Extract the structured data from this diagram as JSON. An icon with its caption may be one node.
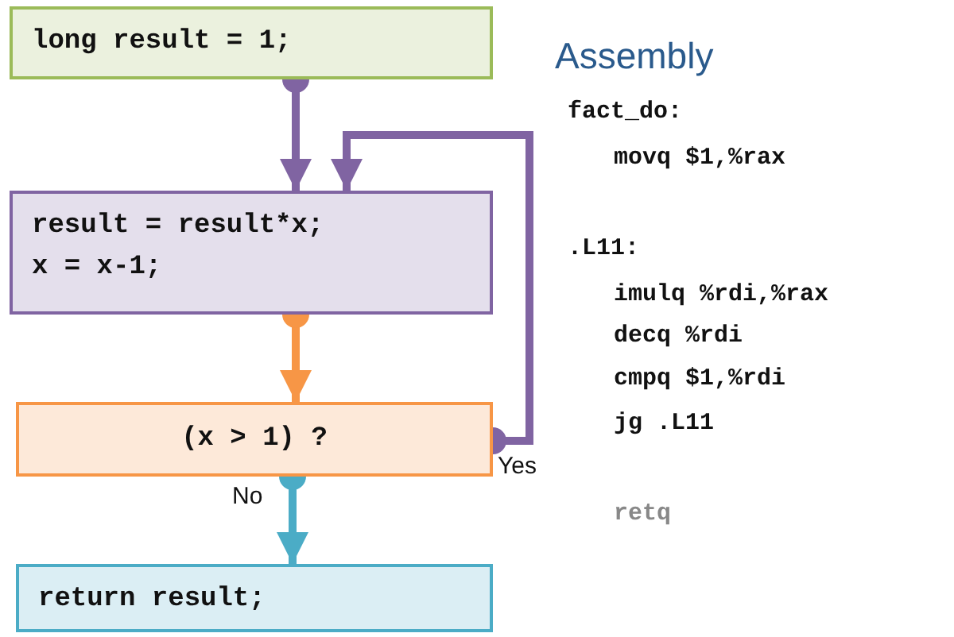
{
  "diagram": {
    "title": "Assembly",
    "nodes": [
      {
        "text": [
          "long result = 1;"
        ]
      },
      {
        "text": [
          "result = result*x; x = x-1;"
        ]
      },
      {
        "text": [
          "(x > 1) ?"
        ]
      },
      {
        "text": [
          "return result;"
        ]
      }
    ],
    "edges": [
      {
        "from": 0,
        "to": 1,
        "arrow": "to",
        "color": "#8064a2"
      },
      {
        "from": 1,
        "to": 2,
        "arrow": "to",
        "color": "#f79646"
      },
      {
        "from": 2,
        "to": 1,
        "arrow": "to",
        "label": "Yes",
        "color": "#8064a2"
      },
      {
        "from": 2,
        "to": 3,
        "arrow": "to",
        "label": "No",
        "color": "#4bacc6"
      }
    ],
    "labels": [
      "fact_do:",
      "movq $1,%rax",
      ".L11:",
      "imulq %rdi,%rax",
      "decq %rdi",
      "cmpq $1,%rdi",
      "jg .L11",
      "retq"
    ]
  }
}
